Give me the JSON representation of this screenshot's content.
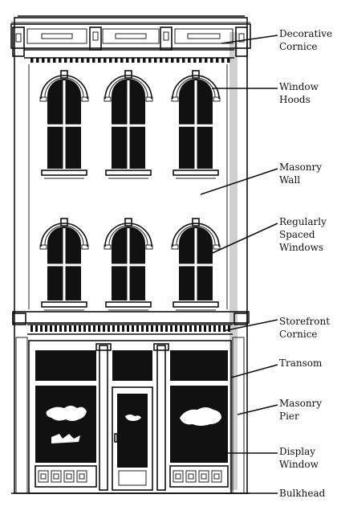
{
  "labels": [
    {
      "id": "decorative-cornice",
      "lines": [
        "Decorative",
        "Cornice"
      ]
    },
    {
      "id": "window-hoods",
      "lines": [
        "Window",
        "Hoods"
      ]
    },
    {
      "id": "masonry-wall",
      "lines": [
        "Masonry",
        "Wall"
      ]
    },
    {
      "id": "regularly-spaced-windows",
      "lines": [
        "Regularly",
        "Spaced",
        "Windows"
      ]
    },
    {
      "id": "storefront-cornice",
      "lines": [
        "Storefront",
        "Cornice"
      ]
    },
    {
      "id": "transom",
      "lines": [
        "Transom"
      ]
    },
    {
      "id": "masonry-pier",
      "lines": [
        "Masonry",
        "Pier"
      ]
    },
    {
      "id": "display-window",
      "lines": [
        "Display",
        "Window"
      ]
    },
    {
      "id": "bulkhead",
      "lines": [
        "Bulkhead"
      ]
    }
  ]
}
